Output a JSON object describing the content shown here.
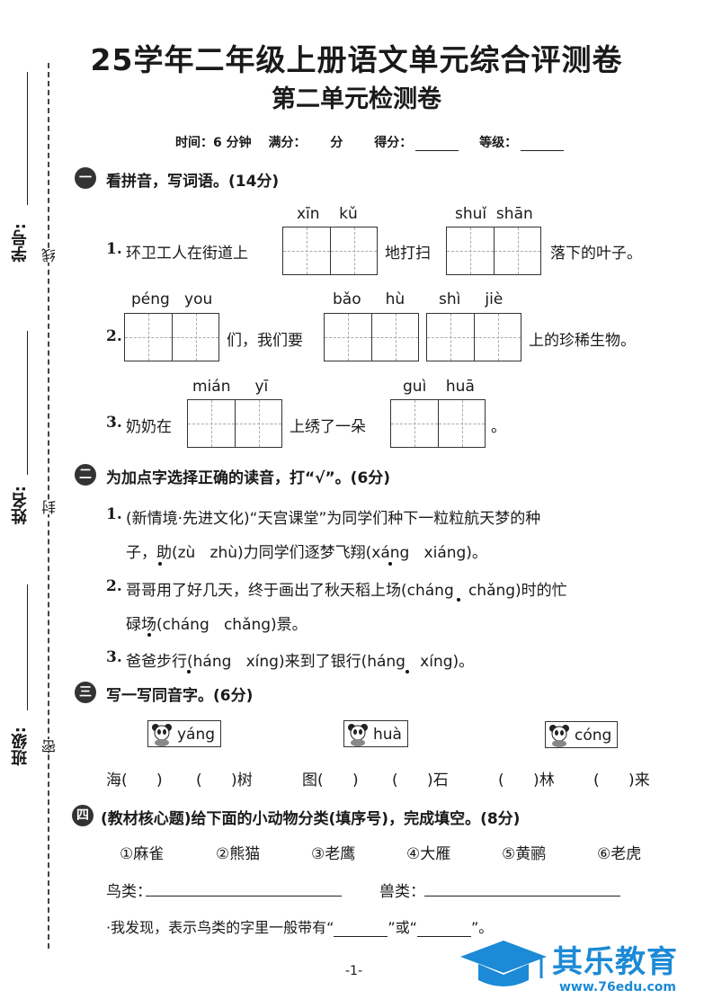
{
  "header": {
    "title": "25学年二年级上册语文单元综合评测卷",
    "subtitle": "第二单元检测卷",
    "time": "时间：6 分钟",
    "full": "满分：",
    "full_unit": "分",
    "score": "得分：",
    "grade": "等级："
  },
  "side": {
    "student_id": "学号:",
    "name": "姓名:",
    "class": "班级:",
    "mark1": "线",
    "mark2": "封",
    "mark3": "密"
  },
  "s1": {
    "badge": "一",
    "title": "看拼音，写词语。(14分)",
    "q1": {
      "num": "1.",
      "pre": "环卫工人在街道上",
      "py1": "xīn    kǔ",
      "mid": "地打扫",
      "py2": "shuǐ  shān",
      "post": "落下的叶子。"
    },
    "q2": {
      "num": "2.",
      "py1": "péng   you",
      "mid": "们，我们要",
      "py2": "bǎo     hù",
      "py3": "shì     jiè",
      "post": "上的珍稀生物。"
    },
    "q3": {
      "num": "3.",
      "pre": "奶奶在",
      "py1": "mián     yī",
      "mid": "上绣了一朵",
      "py2": "guì    huā",
      "post": "。"
    }
  },
  "s2": {
    "badge": "二",
    "title": "为加点字选择正确的读音，打“√”。(6分)",
    "q1a": "(新情境·先进文化)“天宫课堂”为同学们种下一粒粒航天梦的种",
    "q1b": "子，助(zù   zhù)力同学们逐梦飞翔(xáng   xiáng)。",
    "q2a": "哥哥用了好几天，终于画出了秋天稻上场(cháng   chǎng)时的忙",
    "q2b": "碌场(cháng   chǎng)景。",
    "q3": "爸爸步行(háng   xíng)来到了银行(háng   xíng)。",
    "n1": "1.",
    "n2": "2.",
    "n3": "3."
  },
  "s3": {
    "badge": "三",
    "title": "写一写同音字。(6分)",
    "tags": [
      "yáng",
      "huà",
      "cóng"
    ],
    "row": [
      "海(      )",
      "(      )树",
      "图(      )",
      "(      )石",
      "(      )林",
      "(      )来"
    ]
  },
  "s4": {
    "badge": "四",
    "title": "(教材核心题)给下面的小动物分类(填序号)，完成填空。(8分)",
    "items": [
      "①麻雀",
      "②熊猫",
      "③老鹰",
      "④大雁",
      "⑤黄鹂",
      "⑥老虎"
    ],
    "birds": "鸟类：",
    "beasts": "兽类：",
    "note_a": "·我发现，表示鸟类的字里一般带有“",
    "note_b": "”或“",
    "note_c": "”。"
  },
  "footer": {
    "page": "-1-"
  },
  "logo": {
    "name": "其乐教育",
    "url": "www.76edu.com",
    "color": "#1c8ad6"
  }
}
